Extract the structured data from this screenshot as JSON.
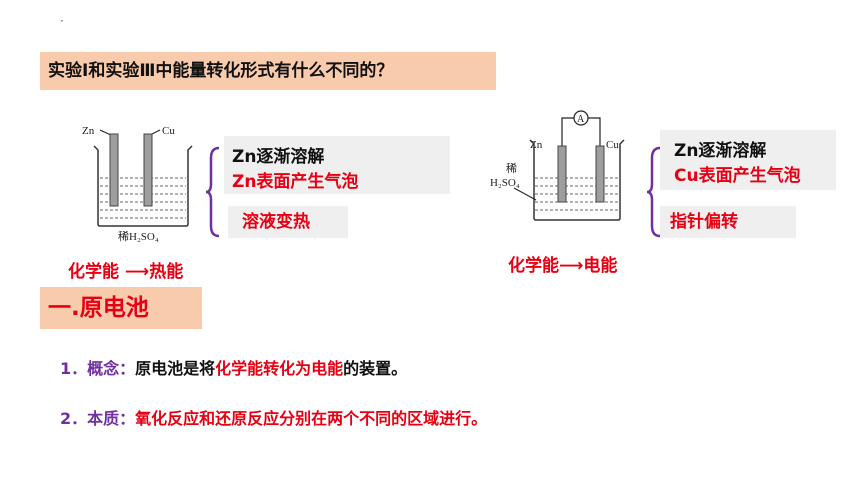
{
  "top_dot": "·",
  "question": "实验Ⅰ和实验Ⅲ中能量转化形式有什么不同的？",
  "left_experiment": {
    "electrode_left": "Zn",
    "electrode_right": "Cu",
    "solution_label": "稀H₂SO₄",
    "observation_1": "Zn逐渐溶解",
    "observation_2": "Zn表面产生气泡",
    "observation_3": "溶液变热",
    "conversion": "化学能 ⟶热能"
  },
  "right_experiment": {
    "electrode_left": "Zn",
    "electrode_right": "Cu",
    "meter": "A",
    "solution_label_1": "稀",
    "solution_label_2": "H₂SO₄",
    "observation_1": "Zn逐渐溶解",
    "observation_2": "Cu表面产生气泡",
    "observation_3": "指针偏转",
    "conversion": "化学能⟶电能"
  },
  "section_title": "一.原电池",
  "items": [
    {
      "num": "1．概念：",
      "text_a": "原电池是将",
      "highlight": "化学能转化为电能",
      "text_b": "的装置。"
    },
    {
      "num": "2．本质：",
      "text": "氧化反应和还原反应分别在两个不同的区域进行。"
    }
  ],
  "colors": {
    "accent_bg": "#f8cbad",
    "red": "#e60012",
    "purple": "#7030a0",
    "brace": "#7030a0"
  }
}
